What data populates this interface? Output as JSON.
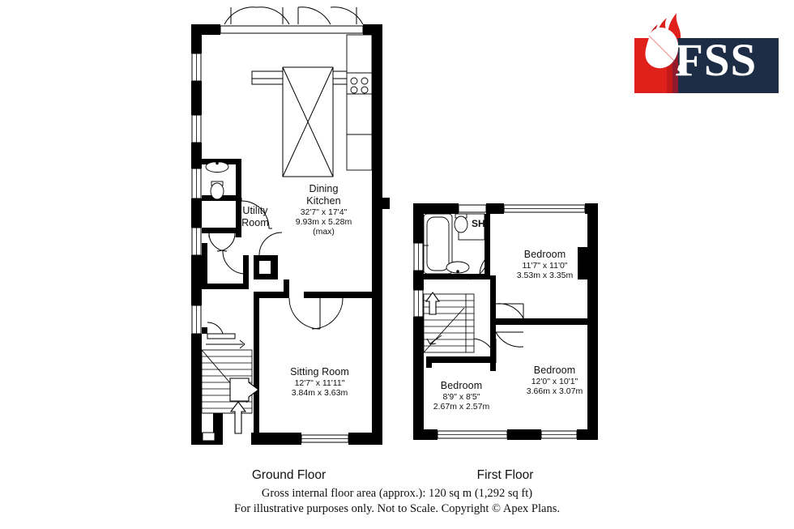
{
  "document": {
    "type": "floor-plan",
    "background_color": "#ffffff",
    "line_color": "#000000",
    "wall_fill": "#000000"
  },
  "logo": {
    "name": "fss-logo",
    "text": "FSS",
    "red_color": "#e0201b",
    "navy_color": "#1d2d45",
    "feather_color": "#ffffff"
  },
  "floors": [
    {
      "id": "ground",
      "title": "Ground Floor",
      "rooms": [
        {
          "name": "Dining\nKitchen",
          "name_line1": "Dining",
          "name_line2": "Kitchen",
          "dim_imperial": "32'7\" x 17'4\"",
          "dim_metric": "9.93m x 5.28m",
          "note": "(max)"
        },
        {
          "name_line1": "Utility",
          "name_line2": "Room",
          "dim_imperial": "",
          "dim_metric": "",
          "note": ""
        },
        {
          "name_line1": "Sitting Room",
          "name_line2": "",
          "dim_imperial": "12'7\" x 11'11\"",
          "dim_metric": "3.84m x 3.63m",
          "note": ""
        }
      ]
    },
    {
      "id": "first",
      "title": "First Floor",
      "rooms": [
        {
          "name_line1": "Bedroom",
          "name_line2": "",
          "dim_imperial": "11'7\" x 11'0\"",
          "dim_metric": "3.53m x 3.35m",
          "note": ""
        },
        {
          "name_line1": "Bedroom",
          "name_line2": "",
          "dim_imperial": "12'0\" x 10'1\"",
          "dim_metric": "3.66m x 3.07m",
          "note": ""
        },
        {
          "name_line1": "Bedroom",
          "name_line2": "",
          "dim_imperial": "8'9\" x 8'5\"",
          "dim_metric": "2.67m x 2.57m",
          "note": ""
        }
      ],
      "shower_label": "SH"
    }
  ],
  "footer": {
    "line1": "Gross internal floor area (approx.): 120 sq m (1,292 sq ft)",
    "line2": "For illustrative purposes only. Not to Scale. Copyright © Apex Plans."
  }
}
